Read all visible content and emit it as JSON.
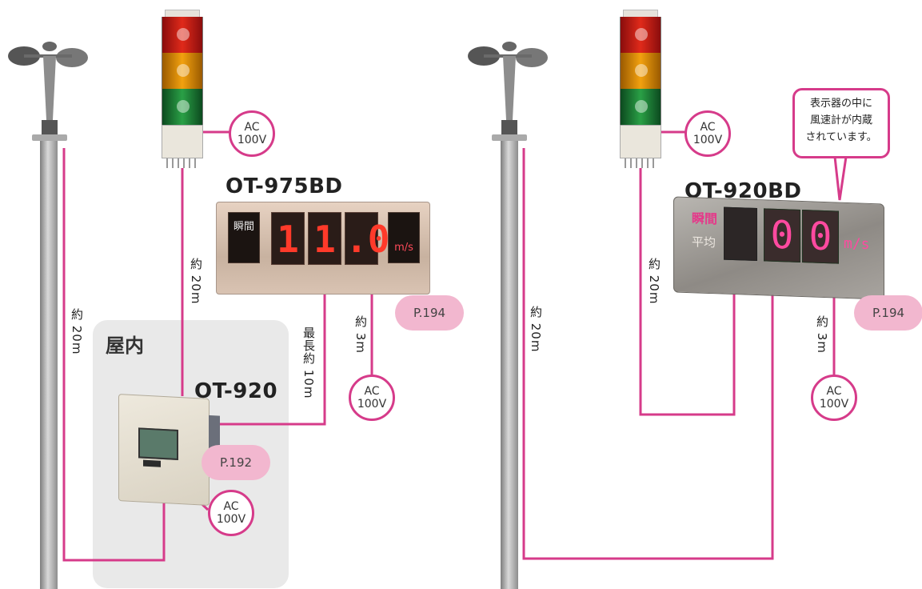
{
  "left": {
    "model_975": "OT-975BD",
    "model_920": "OT-920",
    "indoor_label": "屋内",
    "panel975_label": "瞬間",
    "panel975_digits": [
      "1",
      "1",
      ".0"
    ],
    "panel975_unit": "m/s",
    "cable_pole": "約 20m",
    "cable_tower": "約 20m",
    "cable_max": "最長約 10m",
    "cable_ac": "約 3m",
    "ac_tower": "AC\n100V",
    "ac_panel": "AC\n100V",
    "ac_device": "AC\n100V",
    "page_panel": "P.194",
    "page_device": "P.192"
  },
  "right": {
    "model": "OT-920BD",
    "bubble": [
      "表示器の中に",
      "風速計が内蔵",
      "されています。"
    ],
    "panel_label1": "瞬間",
    "panel_label2": "平均",
    "panel_digits": [
      "0",
      "0"
    ],
    "panel_unit": "m/s",
    "cable_pole": "約 20m",
    "cable_tower": "約 20m",
    "cable_ac": "約 3m",
    "ac_tower": "AC\n100V",
    "ac_panel": "AC\n100V",
    "page_panel": "P.194"
  },
  "colors": {
    "wire": "#d63b8a",
    "page_badge": "#f2b7cf"
  }
}
